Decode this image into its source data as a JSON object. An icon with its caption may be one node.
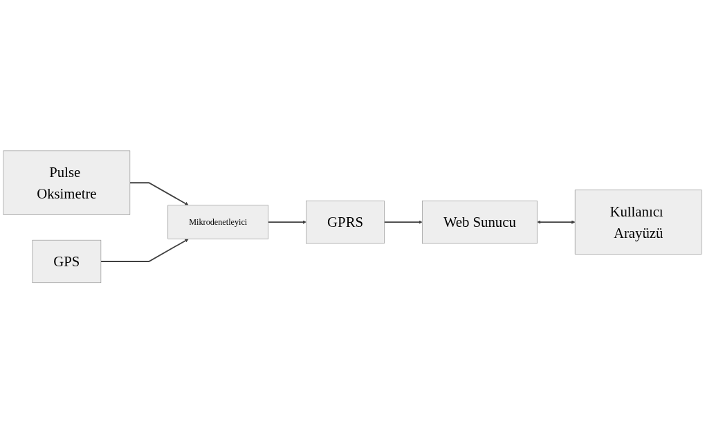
{
  "diagram": {
    "nodes": [
      {
        "text": [
          "Pulse Oksimetre"
        ]
      },
      {
        "text": [
          "GPS"
        ]
      },
      {
        "text": [
          "Mikrodenetleyici"
        ]
      },
      {
        "text": [
          "GPRS"
        ]
      },
      {
        "text": [
          "Web Sunucu"
        ]
      },
      {
        "text": [
          "Kullanıcı Arayüzü"
        ]
      }
    ],
    "edges": [
      {
        "from": 0,
        "to": 2,
        "arrow": "to"
      },
      {
        "from": 1,
        "to": 2,
        "arrow": "to"
      },
      {
        "from": 2,
        "to": 3,
        "arrow": "to"
      },
      {
        "from": 3,
        "to": 4,
        "arrow": "to"
      },
      {
        "from": 4,
        "to": 5,
        "arrow": "both"
      }
    ]
  }
}
